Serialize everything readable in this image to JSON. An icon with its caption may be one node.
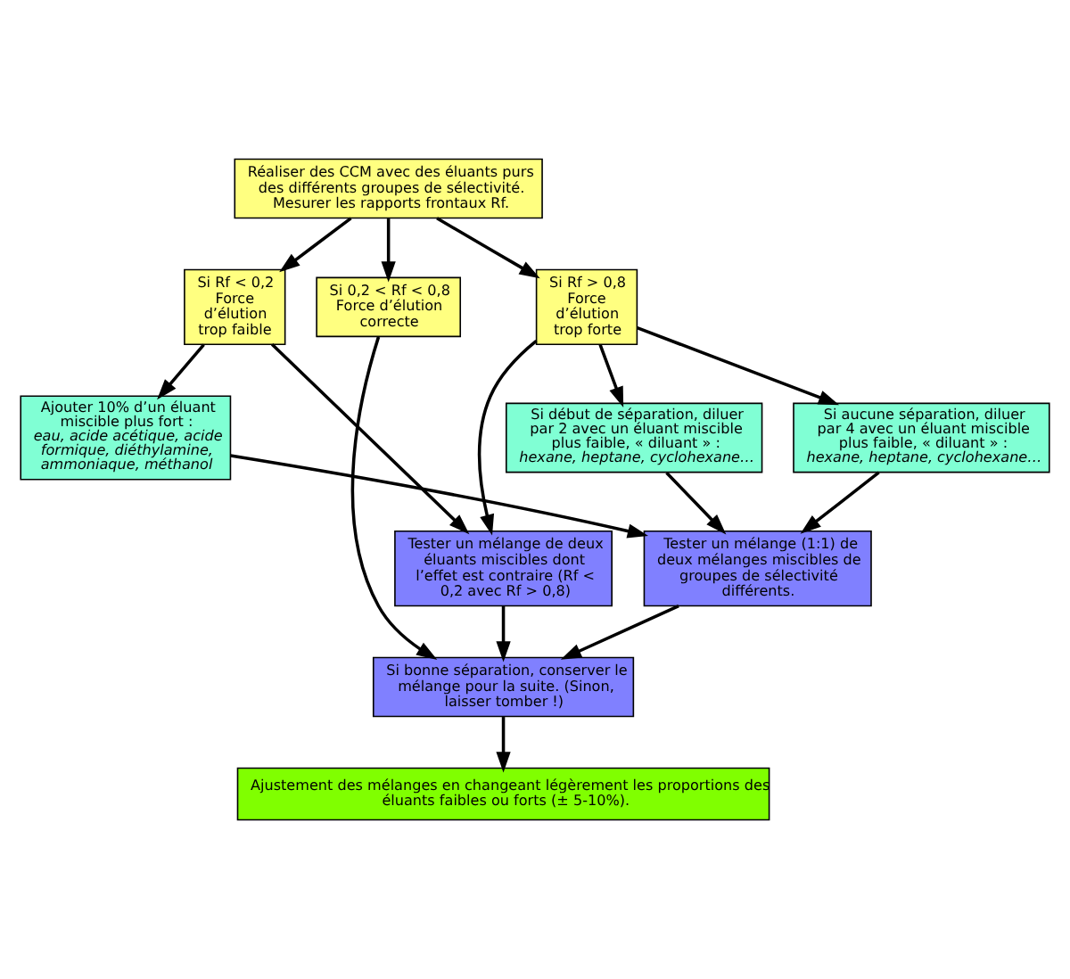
{
  "diagram": {
    "nodes": [
      {
        "text": [
          "Réaliser des CCM avec des éluants purs des différents groupes de sélectivité. Mesurer les rapports frontaux Rf."
        ]
      },
      {
        "text": [
          "Si Rf < 0,2 Force d’élution trop faible"
        ]
      },
      {
        "text": [
          "Si 0,2 < Rf < 0,8 Force d’élution correcte"
        ]
      },
      {
        "text": [
          "Si Rf > 0,8 Force d’élution trop forte"
        ]
      },
      {
        "text": [
          "Ajouter 10% d’un éluant miscible plus fort :",
          "eau, acide acétique, acide formique, diéthylamine, ammoniaque, méthanol"
        ]
      },
      {
        "text": [
          "Si début de séparation, diluer par 2 avec un éluant miscible plus faible, « diluant » :",
          "hexane, heptane, cyclohexane…"
        ]
      },
      {
        "text": [
          "Si aucune séparation, diluer par 4 avec un éluant miscible plus faible, « diluant » :",
          "hexane, heptane, cyclohexane…"
        ]
      },
      {
        "text": [
          "Tester un mélange de deux éluants miscibles dont l’effet est contraire (Rf < 0,2 avec Rf > 0,8)"
        ]
      },
      {
        "text": [
          "Tester un mélange (1:1) de deux mélanges miscibles de groupes de sélectivité différents."
        ]
      },
      {
        "text": [
          "Si bonne séparation, conserver le mélange pour la suite. (Sinon, laisser tomber !)"
        ]
      },
      {
        "text": [
          "Ajustement des mélanges en changeant légèrement les proportions des éluants faibles ou forts (± 5-10%)."
        ]
      }
    ],
    "edges": [
      {
        "from": 0,
        "to": 1,
        "arrow": "to"
      },
      {
        "from": 0,
        "to": 2,
        "arrow": "to"
      },
      {
        "from": 0,
        "to": 3,
        "arrow": "to"
      },
      {
        "from": 1,
        "to": 4,
        "arrow": "to"
      },
      {
        "from": 1,
        "to": 7,
        "arrow": "to"
      },
      {
        "from": 3,
        "to": 7,
        "arrow": "to"
      },
      {
        "from": 3,
        "to": 5,
        "arrow": "to"
      },
      {
        "from": 3,
        "to": 6,
        "arrow": "to"
      },
      {
        "from": 4,
        "to": 8,
        "arrow": "to"
      },
      {
        "from": 5,
        "to": 8,
        "arrow": "to"
      },
      {
        "from": 6,
        "to": 8,
        "arrow": "to"
      },
      {
        "from": 2,
        "to": 9,
        "arrow": "to"
      },
      {
        "from": 7,
        "to": 9,
        "arrow": "to"
      },
      {
        "from": 8,
        "to": 9,
        "arrow": "to"
      },
      {
        "from": 9,
        "to": 10,
        "arrow": "to"
      }
    ]
  }
}
